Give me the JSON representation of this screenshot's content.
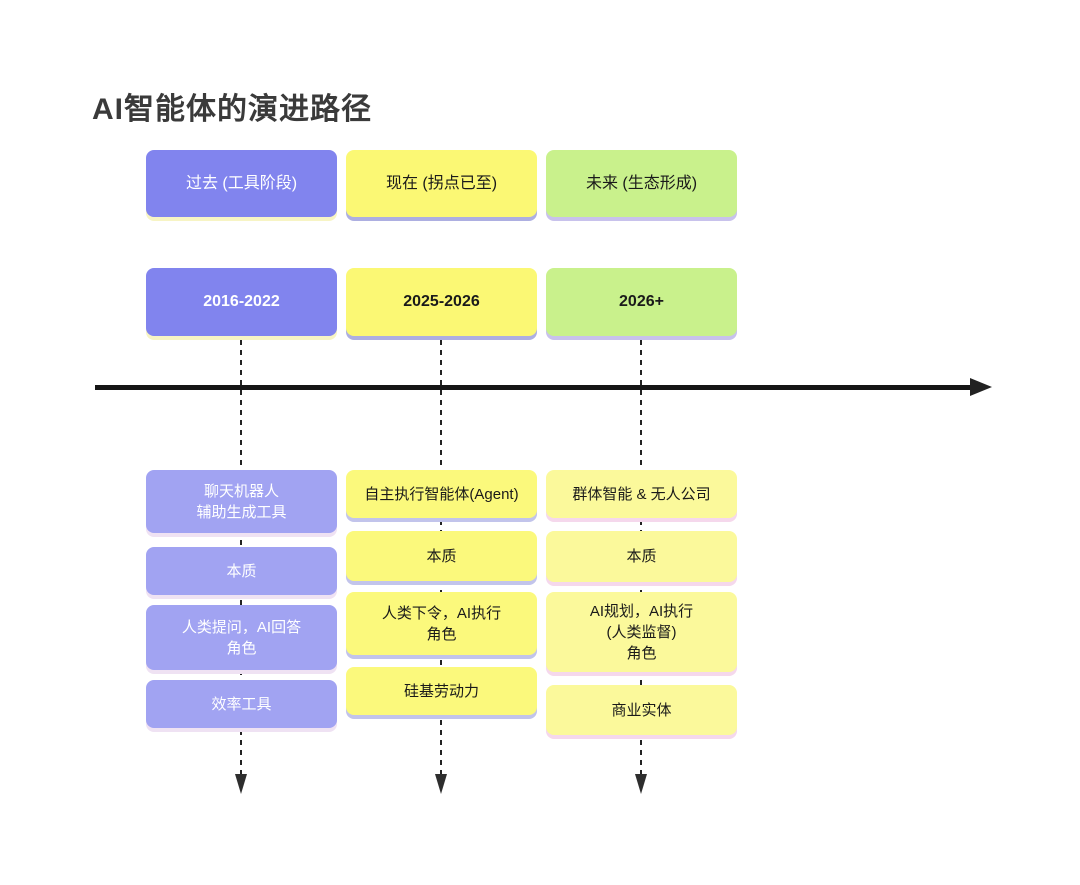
{
  "title": "AI智能体的演进路径",
  "timeline": {
    "axis_color": "#151515",
    "connector_color": "#232323"
  },
  "columns": [
    {
      "id": "past",
      "header": "过去 (工具阶段)",
      "period": "2016-2022",
      "items": [
        "聊天机器人\n辅助生成工具",
        "本质",
        "人类提问，AI回答\n角色",
        "效率工具"
      ],
      "colors": {
        "box": "#8184ee",
        "item_box": "#a1a3f2",
        "text": "#ffffff",
        "shadow": "#f7f4c4",
        "item_shadow": "#efe2f3"
      }
    },
    {
      "id": "present",
      "header": "现在 (拐点已至)",
      "period": "2025-2026",
      "items": [
        "自主执行智能体(Agent)",
        "本质",
        "人类下令，AI执行\n角色",
        "硅基劳动力"
      ],
      "colors": {
        "box": "#fbf874",
        "item_box": "#fbf97c",
        "text": "#1a1a1a",
        "shadow": "#adafe1",
        "item_shadow": "#c2c4eb"
      }
    },
    {
      "id": "future",
      "header": "未来 (生态形成)",
      "period": "2026+",
      "items": [
        "群体智能 & 无人公司",
        "本质",
        "AI规划，AI执行\n(人类监督)\n角色",
        "商业实体"
      ],
      "colors": {
        "box": "#c9f18c",
        "item_box": "#fbf99b",
        "text": "#1a1a1a",
        "shadow": "#c8c2ec",
        "item_shadow": "#f5d8ec"
      }
    }
  ]
}
